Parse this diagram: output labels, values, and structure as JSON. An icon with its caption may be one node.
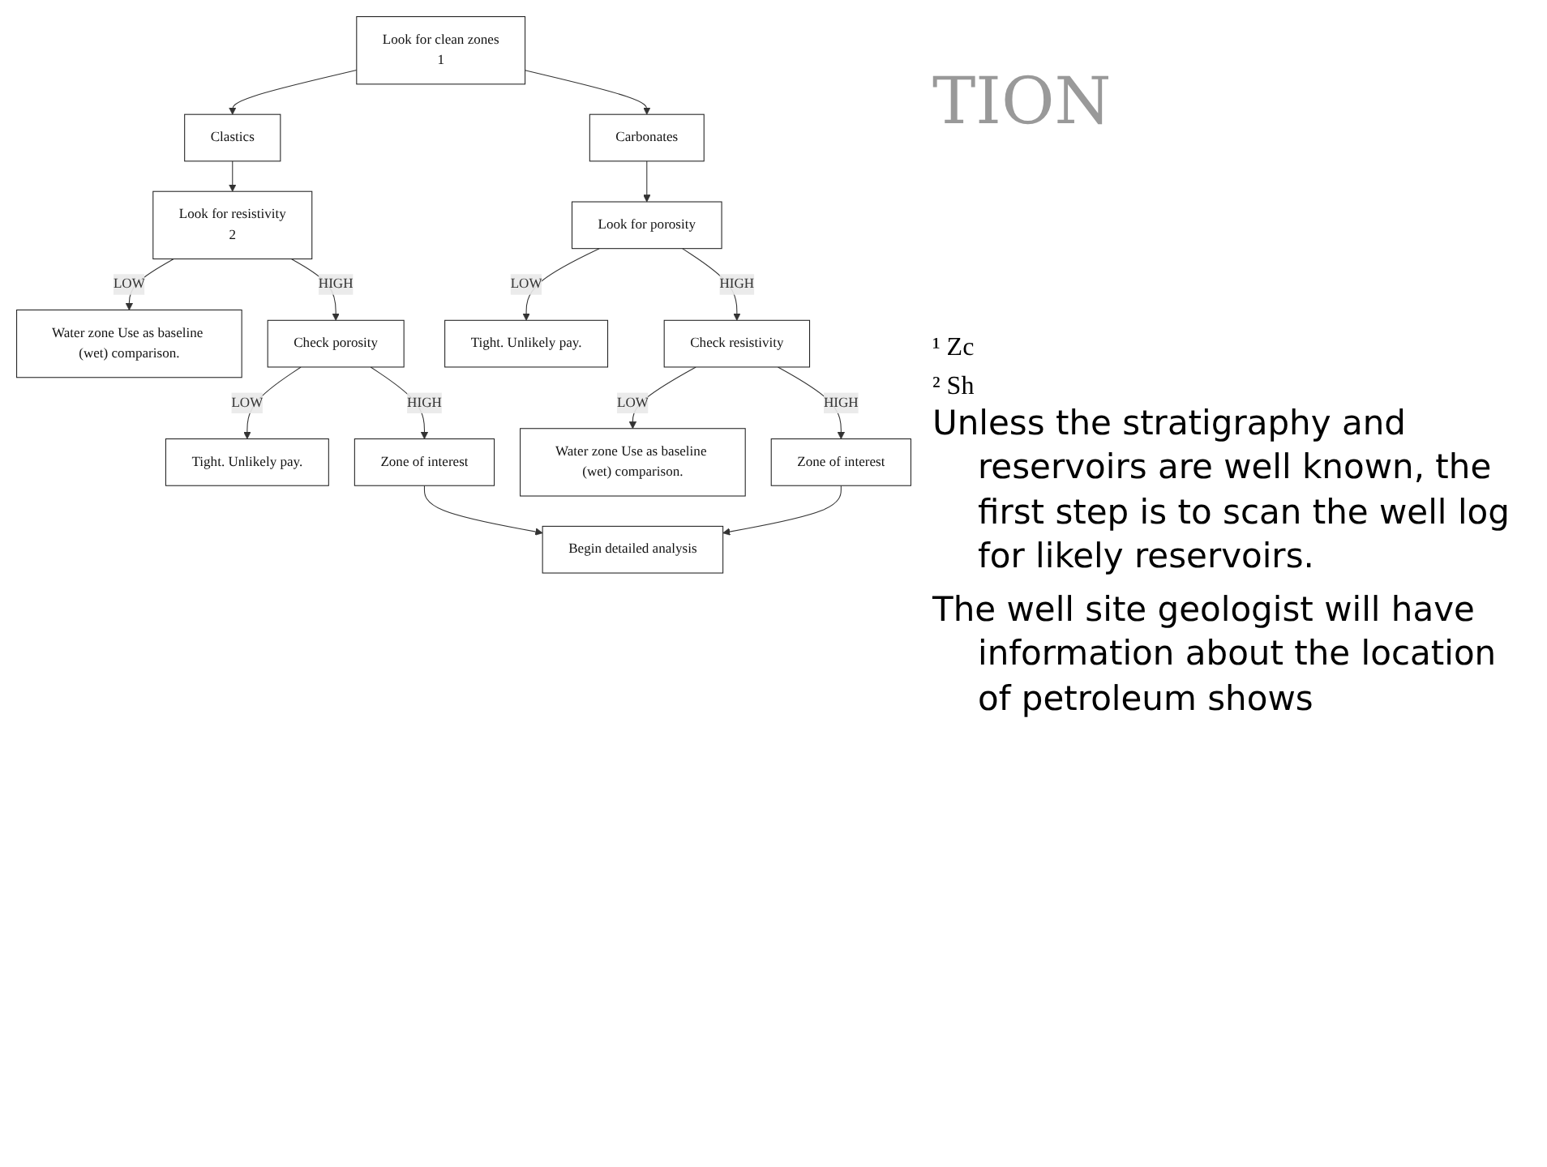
{
  "diagram": {
    "nodes": [
      {
        "text": [
          "Look for clean zones",
          "1"
        ]
      },
      {
        "text": [
          "Clastics"
        ]
      },
      {
        "text": [
          "Carbonates"
        ]
      },
      {
        "text": [
          "Look for resistivity",
          "2"
        ]
      },
      {
        "text": [
          "Look for porosity"
        ]
      },
      {
        "text": [
          "Water zone Use as baseline (wet) comparison."
        ]
      },
      {
        "text": [
          "Tight. Unlikely pay."
        ]
      },
      {
        "text": [
          "Check porosity"
        ]
      },
      {
        "text": [
          "Check resistivity"
        ]
      },
      {
        "text": [
          "Tight. Unlikely pay."
        ]
      },
      {
        "text": [
          "Water zone Use as baseline (wet) comparison."
        ]
      },
      {
        "text": [
          "Zone of interest"
        ]
      },
      {
        "text": [
          "Zone of interest"
        ]
      },
      {
        "text": [
          "Begin detailed analysis"
        ]
      }
    ],
    "edges": [
      {
        "from": 0,
        "to": 1,
        "arrow": "to"
      },
      {
        "from": 0,
        "to": 2,
        "arrow": "to"
      },
      {
        "from": 1,
        "to": 3,
        "arrow": "to"
      },
      {
        "from": 2,
        "to": 4,
        "arrow": "to"
      },
      {
        "from": 3,
        "to": 5,
        "arrow": "to",
        "label": "LOW"
      },
      {
        "from": 3,
        "to": 7,
        "arrow": "to",
        "label": "HIGH"
      },
      {
        "from": 4,
        "to": 6,
        "arrow": "to",
        "label": "LOW"
      },
      {
        "from": 4,
        "to": 8,
        "arrow": "to",
        "label": "HIGH"
      },
      {
        "from": 7,
        "to": 9,
        "arrow": "to",
        "label": "LOW"
      },
      {
        "from": 7,
        "to": 11,
        "arrow": "to",
        "label": "HIGH"
      },
      {
        "from": 8,
        "to": 10,
        "arrow": "to",
        "label": "LOW"
      },
      {
        "from": 8,
        "to": 12,
        "arrow": "to",
        "label": "HIGH"
      },
      {
        "from": 11,
        "to": 13,
        "arrow": "to"
      },
      {
        "from": 12,
        "to": 13,
        "arrow": "to"
      }
    ],
    "labels": [
      "TION",
      "¹ Zc",
      "² Sh",
      "Unless the stratigraphy and reservoirs are well known, the first step is to scan the well log for likely reservoirs.",
      "The well site geologist will have information about the location of petroleum shows"
    ]
  }
}
